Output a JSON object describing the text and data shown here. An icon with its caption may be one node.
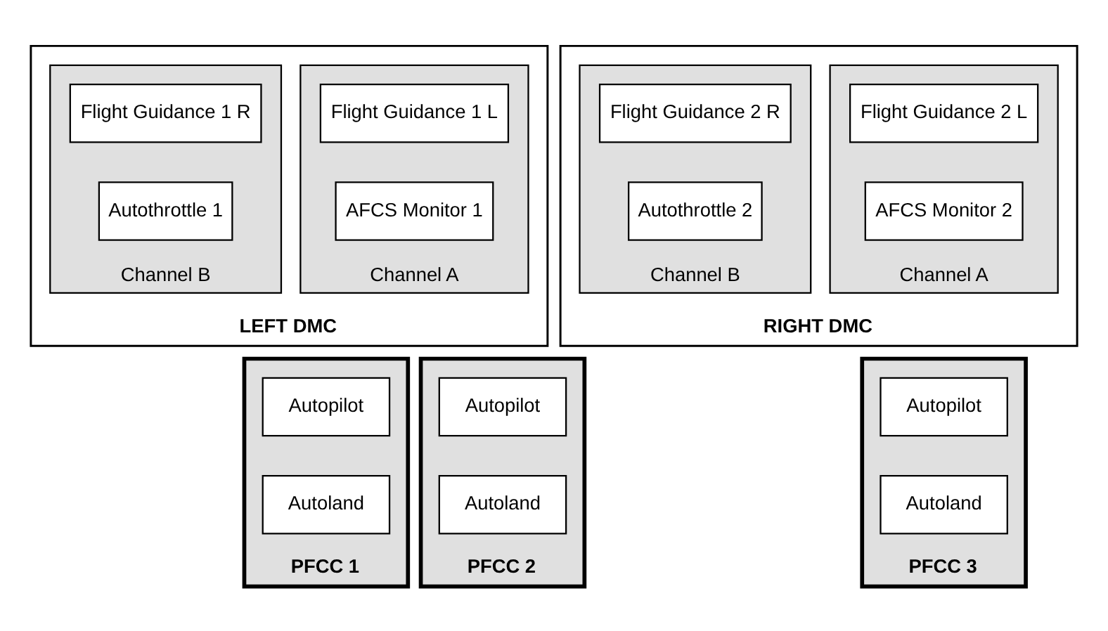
{
  "diagram": {
    "nodes": [
      {
        "text": [
          "LEFT DMC"
        ]
      },
      {
        "text": [
          "Channel A"
        ],
        "in": 0
      },
      {
        "text": [
          "Flight Guidance 1 L"
        ],
        "in": 1
      },
      {
        "text": [
          "AFCS Monitor 1"
        ],
        "in": 1
      },
      {
        "text": [
          "Channel B"
        ],
        "in": 0
      },
      {
        "text": [
          "Flight Guidance 1 R"
        ],
        "in": 4
      },
      {
        "text": [
          "Autothrottle 1"
        ],
        "in": 4
      },
      {
        "text": [
          "RIGHT DMC"
        ]
      },
      {
        "text": [
          "Channel A"
        ],
        "in": 7
      },
      {
        "text": [
          "Flight Guidance 2 L"
        ],
        "in": 8
      },
      {
        "text": [
          "AFCS Monitor 2"
        ],
        "in": 8
      },
      {
        "text": [
          "Channel B"
        ],
        "in": 7
      },
      {
        "text": [
          "Flight Guidance 2 R"
        ],
        "in": 11
      },
      {
        "text": [
          "Autothrottle 2"
        ],
        "in": 11
      },
      {
        "text": [
          "PFCC 1"
        ]
      },
      {
        "text": [
          "Autopilot"
        ],
        "in": 14
      },
      {
        "text": [
          "Autoland"
        ],
        "in": 14
      },
      {
        "text": [
          "PFCC 2"
        ]
      },
      {
        "text": [
          "Autopilot"
        ],
        "in": 17
      },
      {
        "text": [
          "Autoland"
        ],
        "in": 17
      },
      {
        "text": [
          "PFCC 3"
        ]
      },
      {
        "text": [
          "Autopilot"
        ],
        "in": 20
      },
      {
        "text": [
          "Autoland"
        ],
        "in": 20
      }
    ]
  }
}
